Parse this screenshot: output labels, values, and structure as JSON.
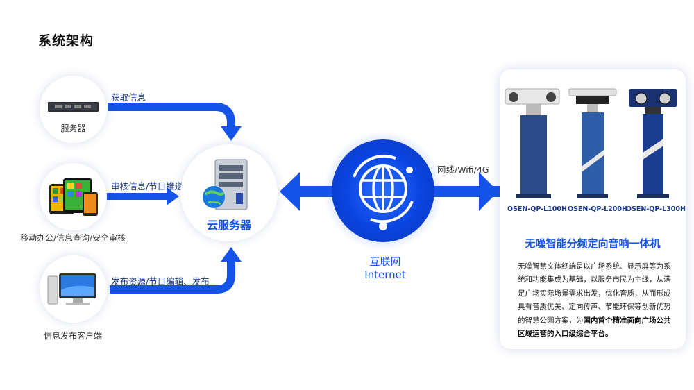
{
  "page": {
    "title": "系统架构"
  },
  "sources": [
    {
      "caption": "服务器",
      "flow_label": "获取信息",
      "icon": "rack-server-icon"
    },
    {
      "caption": "移动办公/信息查询/安全审核",
      "flow_label": "审核信息/节目推送",
      "icon": "tablet-devices-icon"
    },
    {
      "caption": "信息发布客户端",
      "flow_label": "发布资源/节目编辑、发布",
      "icon": "desktop-computer-icon"
    }
  ],
  "cloud": {
    "label": "云服务器",
    "icon": "cloud-server-icon"
  },
  "internet": {
    "label_cn": "互联网",
    "label_en": "Internet",
    "icon": "globe-network-icon"
  },
  "network": {
    "label": "网线/Wifi/4G"
  },
  "product_card": {
    "models": [
      "OSEN-QP-L100H",
      "OSEN-QP-L200H",
      "OSEN-QP-L300H"
    ],
    "title": "无噪智能分频定向音响一体机",
    "description": "无噪智慧文体终端是以广场系统、显示屏等为系统和功能集成为基础，以服务市民为主线，从满足广场实际场景需求出发，优化音质，从而形成具有音质优美、定向传声、节能环保等创新优势的智慧公园方案，为",
    "description_bold": "国内首个精准面向广场公共区域运营的入口级综合平台。"
  },
  "colors": {
    "accent_blue": "#1452e8",
    "dark_blue": "#1a3a8a"
  }
}
